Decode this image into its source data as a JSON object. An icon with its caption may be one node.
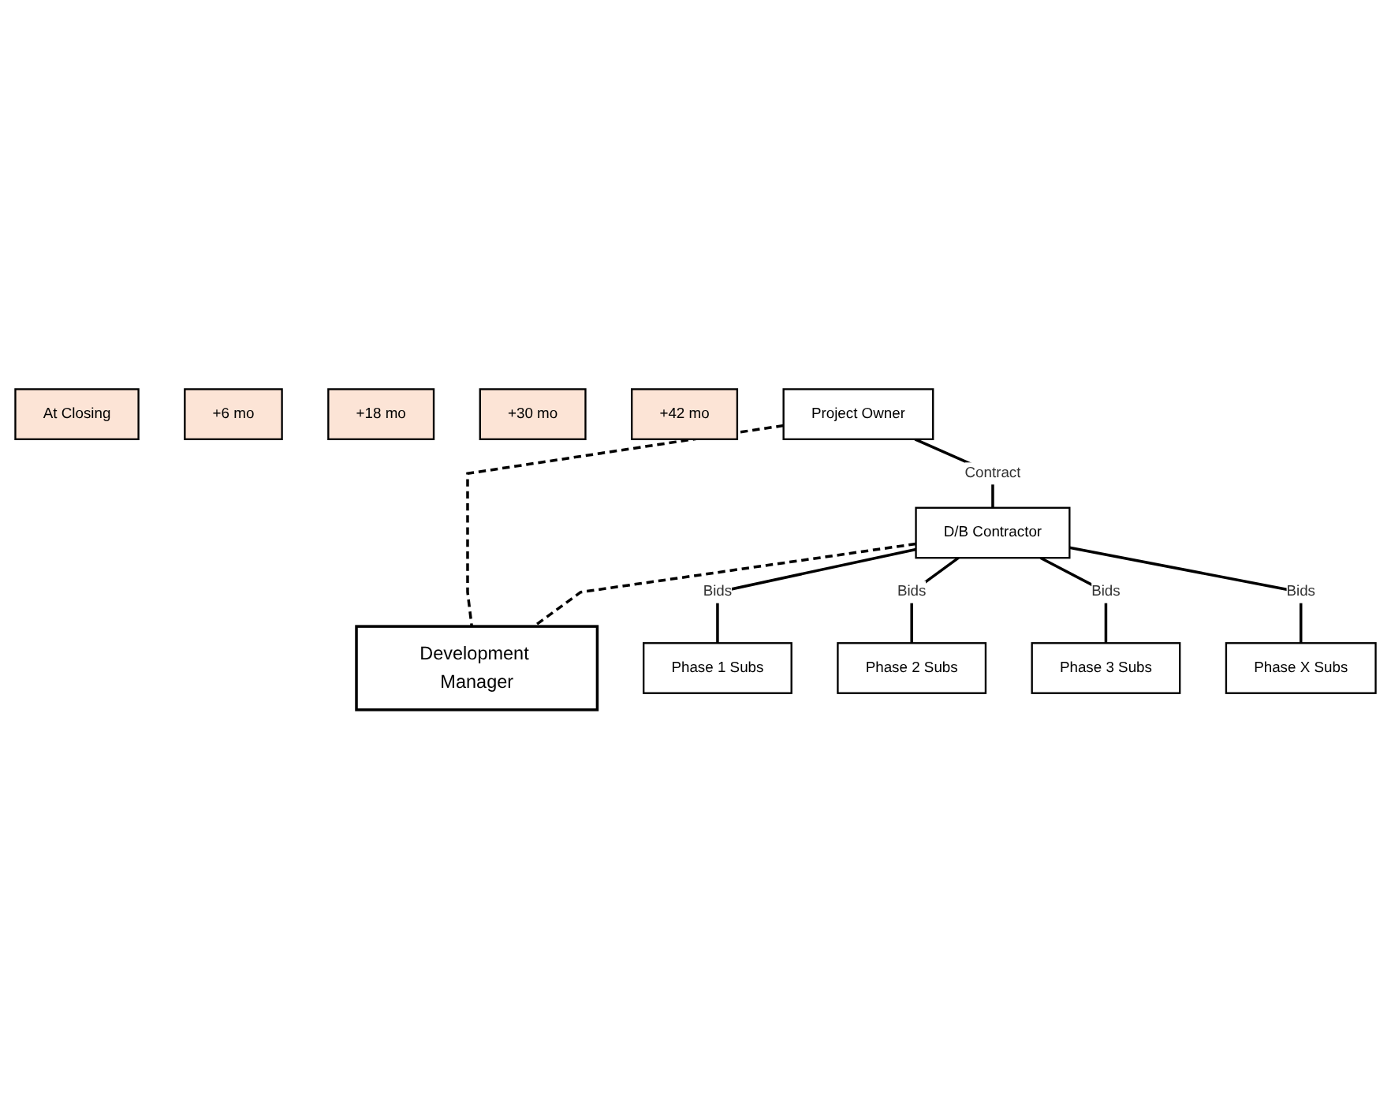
{
  "diagram": {
    "nodes": [
      {
        "text": [
          "At Closing"
        ]
      },
      {
        "text": [
          "+6 mo"
        ]
      },
      {
        "text": [
          "+18 mo"
        ]
      },
      {
        "text": [
          "+30 mo"
        ]
      },
      {
        "text": [
          "+42 mo"
        ]
      },
      {
        "text": [
          "Project Owner"
        ]
      },
      {
        "text": [
          "Development Manager"
        ]
      },
      {
        "text": [
          "D/B Contractor"
        ]
      },
      {
        "text": [
          "Phase 1 Subs"
        ]
      },
      {
        "text": [
          "Phase 2 Subs"
        ]
      },
      {
        "text": [
          "Phase 3 Subs"
        ]
      },
      {
        "text": [
          "Phase X Subs"
        ]
      }
    ],
    "edges": [
      {
        "from": 5,
        "to": 6,
        "arrow": "none",
        "style": "dashed"
      },
      {
        "from": 5,
        "to": 7,
        "arrow": "none",
        "label": "Contract"
      },
      {
        "from": 7,
        "to": 6,
        "arrow": "none",
        "style": "dashed"
      },
      {
        "from": 7,
        "to": 8,
        "arrow": "none",
        "label": "Bids"
      },
      {
        "from": 7,
        "to": 9,
        "arrow": "none",
        "label": "Bids"
      },
      {
        "from": 7,
        "to": 10,
        "arrow": "none",
        "label": "Bids"
      },
      {
        "from": 7,
        "to": 11,
        "arrow": "none",
        "label": "Bids"
      }
    ]
  }
}
